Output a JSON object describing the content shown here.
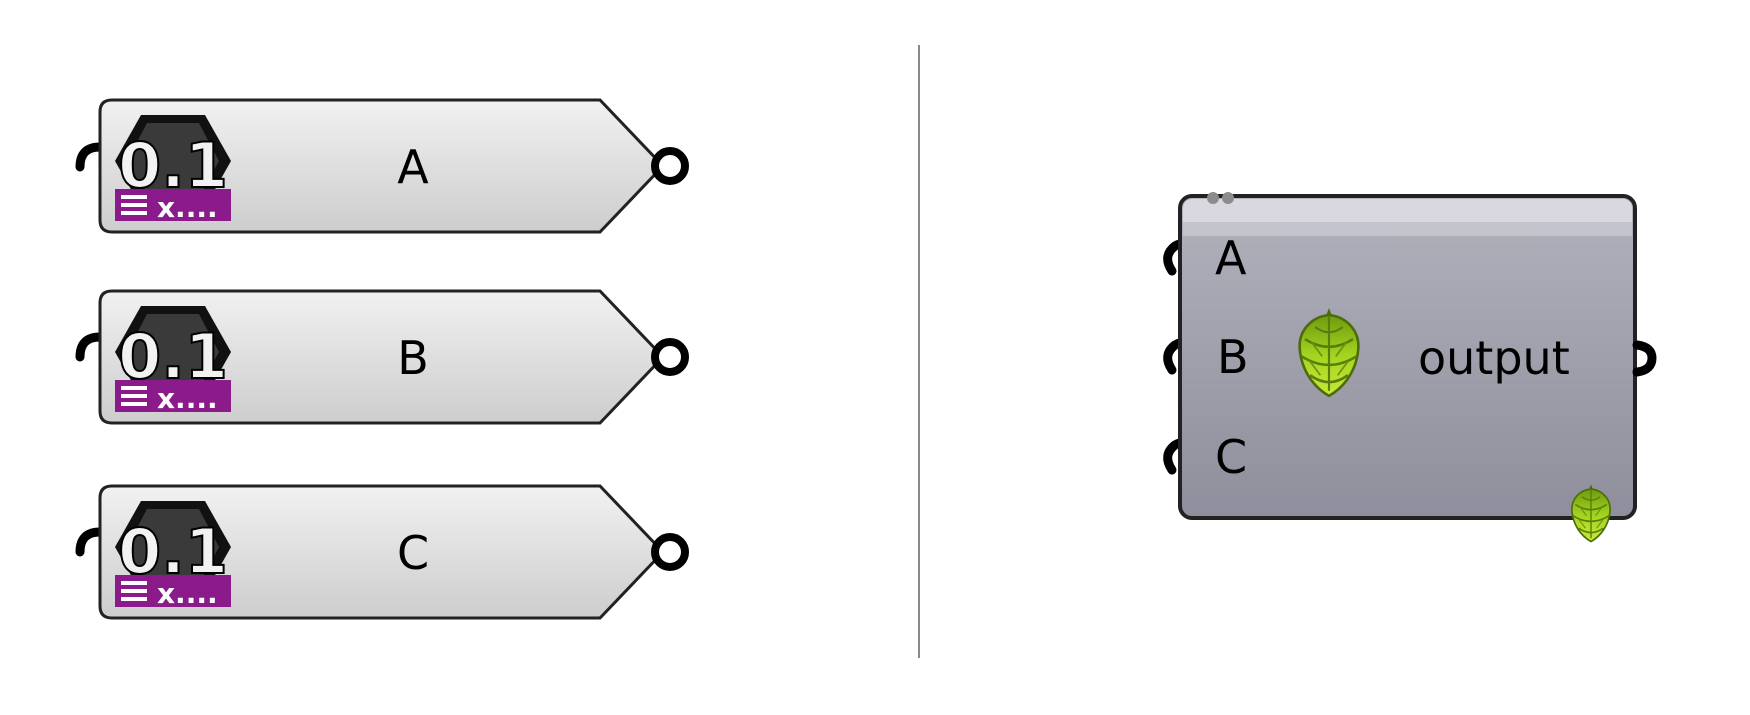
{
  "params": [
    {
      "label": "A",
      "icon_value": "0.1",
      "icon_tag": "x...."
    },
    {
      "label": "B",
      "icon_value": "0.1",
      "icon_tag": "x...."
    },
    {
      "label": "C",
      "icon_value": "0.1",
      "icon_tag": "x...."
    }
  ],
  "component": {
    "inputs": [
      "A",
      "B",
      "C"
    ],
    "output": "output",
    "icon": "hops-icon",
    "badge_icon": "hops-icon"
  },
  "colors": {
    "param_fill_top": "#ebebeb",
    "param_fill_bottom": "#cfcfcf",
    "icon_tag_bg": "#8b1a8b",
    "component_fill_top": "#aeaeba",
    "component_fill_bottom": "#8f8f9d",
    "component_header": "#d6d6dc",
    "hop_green": "#9ccc1c",
    "divider": "#8a8a8a"
  }
}
